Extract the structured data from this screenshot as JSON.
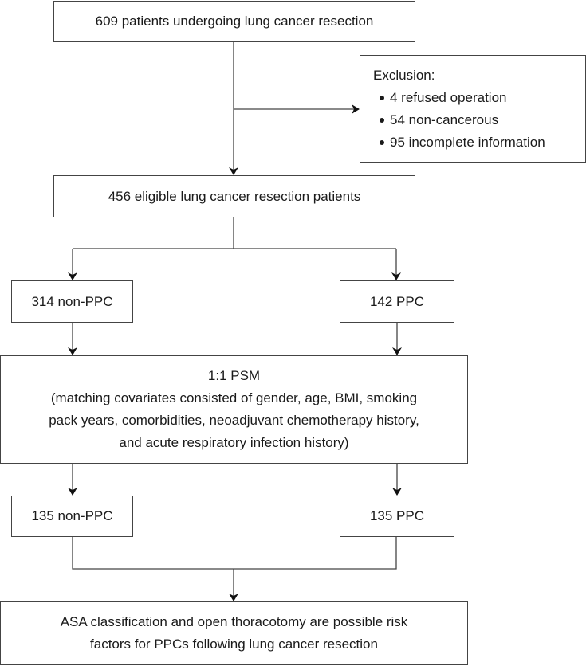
{
  "boxes": {
    "start": "609 patients undergoing lung cancer resection",
    "exclusion": {
      "title": "Exclusion:",
      "items": [
        "4 refused operation",
        "54 non-cancerous",
        "95 incomplete information"
      ]
    },
    "eligible": "456 eligible lung cancer resection patients",
    "non_ppc_pre": "314 non-PPC",
    "ppc_pre": "142 PPC",
    "psm": {
      "title": "1:1 PSM",
      "lines": [
        "(matching covariates consisted of gender, age, BMI, smoking",
        "pack years, comorbidities, neoadjuvant chemotherapy history,",
        "and acute respiratory infection history)"
      ]
    },
    "non_ppc_post": "135 non-PPC",
    "ppc_post": "135 PPC",
    "conclusion": {
      "lines": [
        "ASA classification and  open thoracotomy are possible risk",
        "factors for PPCs following lung cancer resection"
      ]
    }
  }
}
